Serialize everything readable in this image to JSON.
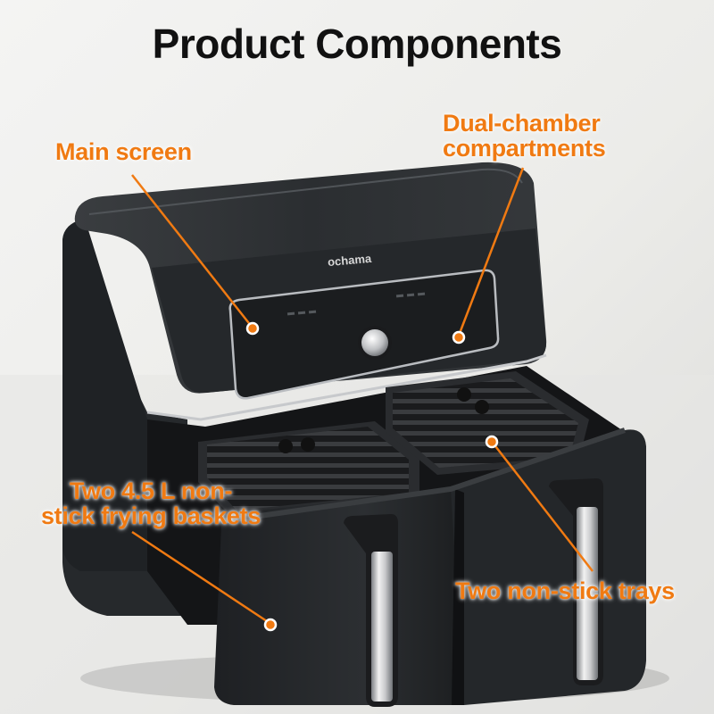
{
  "title": "Product Components",
  "brand": "ochama",
  "callouts": {
    "main_screen": "Main screen",
    "dual_chamber_line1": "Dual-chamber",
    "dual_chamber_line2": "compartments",
    "baskets_line1": "Two 4.5 L non-",
    "baskets_line2": "stick frying baskets",
    "trays": "Two non-stick trays"
  },
  "colors": {
    "accent": "#f07a12",
    "title": "#111111",
    "appliance": "#2b2e31"
  }
}
